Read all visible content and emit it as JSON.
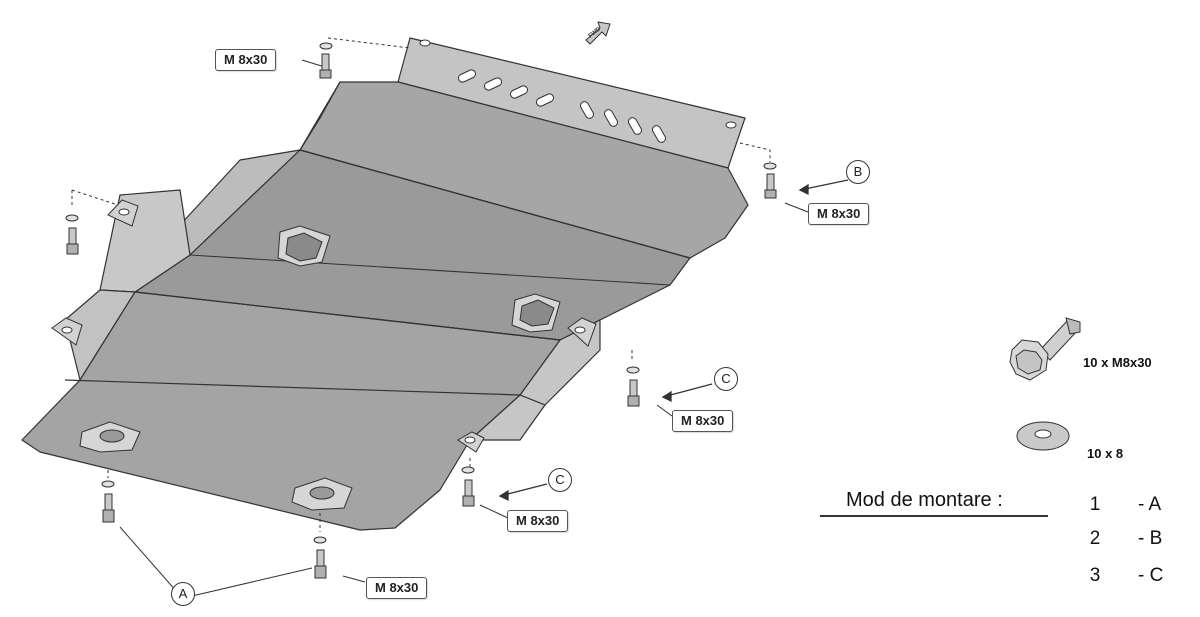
{
  "labels": {
    "bolt": "M 8x30",
    "ref_a": "A",
    "ref_b": "B",
    "ref_c": "C"
  },
  "fwd_arrow_text": "FWD",
  "parts_legend": {
    "bolt": "10 x  M8x30",
    "washer": "10 x   8"
  },
  "mounting": {
    "title": "Mod de montare  :",
    "rows": [
      {
        "num": "1",
        "ref": "- A"
      },
      {
        "num": "2",
        "ref": "- B"
      },
      {
        "num": "3",
        "ref": "- C"
      }
    ]
  }
}
